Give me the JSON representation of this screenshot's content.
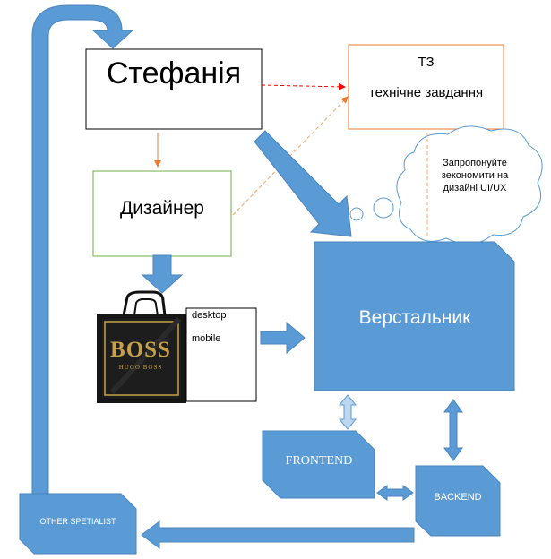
{
  "nodes": {
    "stefania": "Стефанія",
    "tz_title": "ТЗ",
    "tz_subtitle": "технічне завдання",
    "designer": "Дизайнер",
    "cloud_note": "Запропонуйте зекономити на дизайні UI/UX",
    "coder": "Верстальник",
    "frontend": "FRONTEND",
    "backend": "BACKEND",
    "other_specialist": "OTHER SPETIALIST"
  },
  "layouts": {
    "desktop": "desktop",
    "mobile": "mobile"
  },
  "bag": {
    "brand": "BOSS",
    "sub": "HUGO BOSS"
  },
  "colors": {
    "block_fill": "#5b9bd5",
    "block_stroke": "#4a86bd",
    "tz_border": "#ed7d31",
    "designer_border": "#70ad47",
    "dashed_red": "#ff0000",
    "dashed_orange": "#f4a460",
    "gold": "#c7a14a"
  }
}
